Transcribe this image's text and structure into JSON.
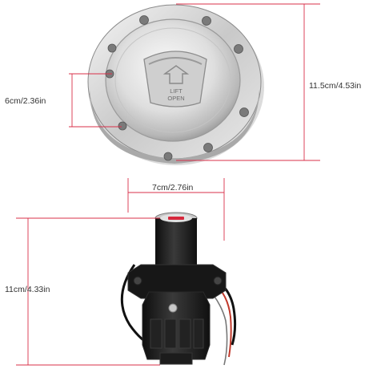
{
  "dimensions": {
    "cap_diameter": "11.5cm/4.53in",
    "cap_hole_spacing": "6cm/2.36in",
    "switch_width": "7cm/2.76in",
    "switch_height": "11cm/4.33in"
  },
  "cap": {
    "embossed_text_line1": "LIFT",
    "embossed_text_line2": "OPEN"
  },
  "colors": {
    "dimension_line": "#d9304a",
    "metal_light": "#eeeeee",
    "metal_dark": "#9a9a9a",
    "plastic_black": "#1c1c1c",
    "wire_red": "#c0392b"
  }
}
